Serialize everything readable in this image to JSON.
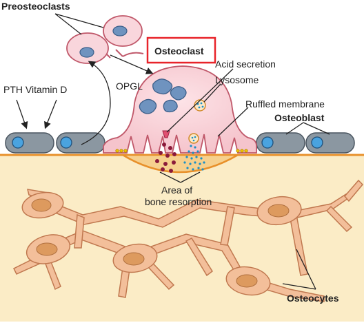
{
  "labels": {
    "preosteoclasts": "Preosteoclasts",
    "osteoclast": "Osteoclast",
    "opgl": "OPGL",
    "pth_vitamin_d": "PTH Vitamin D",
    "acid_secretion": "Acid secretion",
    "lysosome": "Lysosome",
    "ruffled_membrane": "Ruffled membrane",
    "osteoblast": "Osteoblast",
    "area_of_line1": "Area of",
    "area_of_line2": "bone resorption",
    "osteocytes": "Osteocytes"
  },
  "colors": {
    "bone": "#fbecc6",
    "bone_surface": "#e8902a",
    "cell_fill": "#f3bf9a",
    "cell_stroke": "#c0784f",
    "cell_nucleus": "#dd9a5e",
    "osteoclast_fill": "#f9d6dc",
    "osteoclast_nucleus": "#6f93bf",
    "osteoblast_fill": "#8b97a1",
    "osteoblast_nucleus": "#4aa3df",
    "highlight_box": "#e8242a",
    "acid_granules": "#8b1a3a",
    "lysosome_dots": "#1a8fc6"
  }
}
